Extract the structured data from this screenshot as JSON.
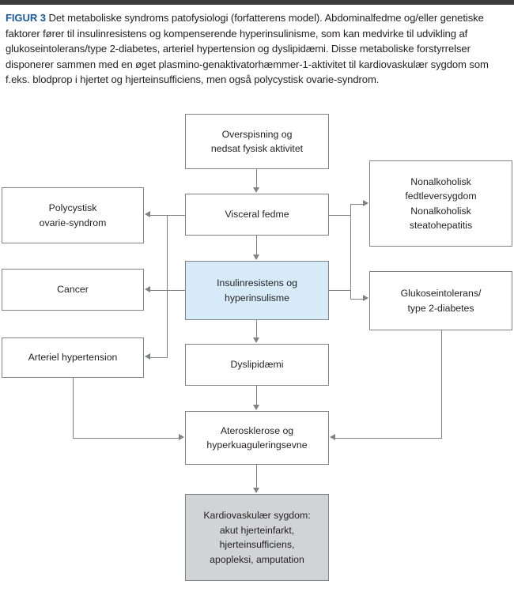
{
  "figure": {
    "label": "FIGUR 3",
    "label_color": "#1b5a9c",
    "caption": " Det metaboliske syndroms patofysiologi (forfatterens model). Abdominalfedme og/eller genetiske faktorer fører til insulinresistens og kompenserende hyperinsulinisme, som kan medvirke til udvikling af glukoseintolerans/type 2-diabetes, arteriel hypertension og dyslipidæmi. Disse metaboliske forstyrrelser disponerer sammen med en øget plasmino-genaktivatorhæmmer-1-aktivitet til kardiovaskulær sygdom som f.eks. blodprop i hjertet og hjerteinsufficiens, men også polycystisk ovarie-syndrom."
  },
  "colors": {
    "rule": "#3b3b3b",
    "box_stroke": "#808285",
    "highlight_fill": "#d6eaf8",
    "outcome_fill": "#d2d3d4",
    "text": "#231f20"
  },
  "chart_data": {
    "type": "diagram",
    "title": "Det metaboliske syndroms patofysiologi",
    "nodes": [
      {
        "id": "overeating",
        "lines": [
          "Overspisning og",
          "nedsat fysisk aktivitet"
        ],
        "fill": "white"
      },
      {
        "id": "visceral",
        "lines": [
          "Visceral fedme"
        ],
        "fill": "white"
      },
      {
        "id": "insulin",
        "lines": [
          "Insulinresistens og",
          "hyperinsulisme"
        ],
        "fill": "highlight"
      },
      {
        "id": "dyslipid",
        "lines": [
          "Dyslipidæmi"
        ],
        "fill": "white"
      },
      {
        "id": "pcos",
        "lines": [
          "Polycystisk",
          "ovarie-syndrom"
        ],
        "fill": "white"
      },
      {
        "id": "cancer",
        "lines": [
          "Cancer"
        ],
        "fill": "white"
      },
      {
        "id": "hypertension",
        "lines": [
          "Arteriel hypertension"
        ],
        "fill": "white"
      },
      {
        "id": "nafld",
        "lines": [
          "Nonalkoholisk",
          "fedtleversygdom",
          "Nonalkoholisk",
          "steatohepatitis"
        ],
        "fill": "white"
      },
      {
        "id": "diabetes",
        "lines": [
          "Glukoseintolerans/",
          "type 2-diabetes"
        ],
        "fill": "white"
      },
      {
        "id": "atherosclerosis",
        "lines": [
          "Aterosklerose og",
          "hyperkuaguleringsevne"
        ],
        "fill": "white"
      },
      {
        "id": "cvd",
        "lines": [
          "Kardiovaskulær sygdom:",
          "akut hjerteinfarkt,",
          "hjerteinsufficiens,",
          "apopleksi, amputation"
        ],
        "fill": "outcome"
      }
    ],
    "edges": [
      {
        "from": "overeating",
        "to": "visceral"
      },
      {
        "from": "visceral",
        "to": "insulin"
      },
      {
        "from": "visceral",
        "to": "nafld"
      },
      {
        "from": "visceral",
        "to": "pcos"
      },
      {
        "from": "insulin",
        "to": "pcos"
      },
      {
        "from": "insulin",
        "to": "cancer"
      },
      {
        "from": "insulin",
        "to": "hypertension"
      },
      {
        "from": "insulin",
        "to": "diabetes"
      },
      {
        "from": "insulin",
        "to": "dyslipid"
      },
      {
        "from": "dyslipid",
        "to": "atherosclerosis"
      },
      {
        "from": "hypertension",
        "to": "atherosclerosis"
      },
      {
        "from": "diabetes",
        "to": "atherosclerosis"
      },
      {
        "from": "atherosclerosis",
        "to": "cvd"
      }
    ]
  }
}
